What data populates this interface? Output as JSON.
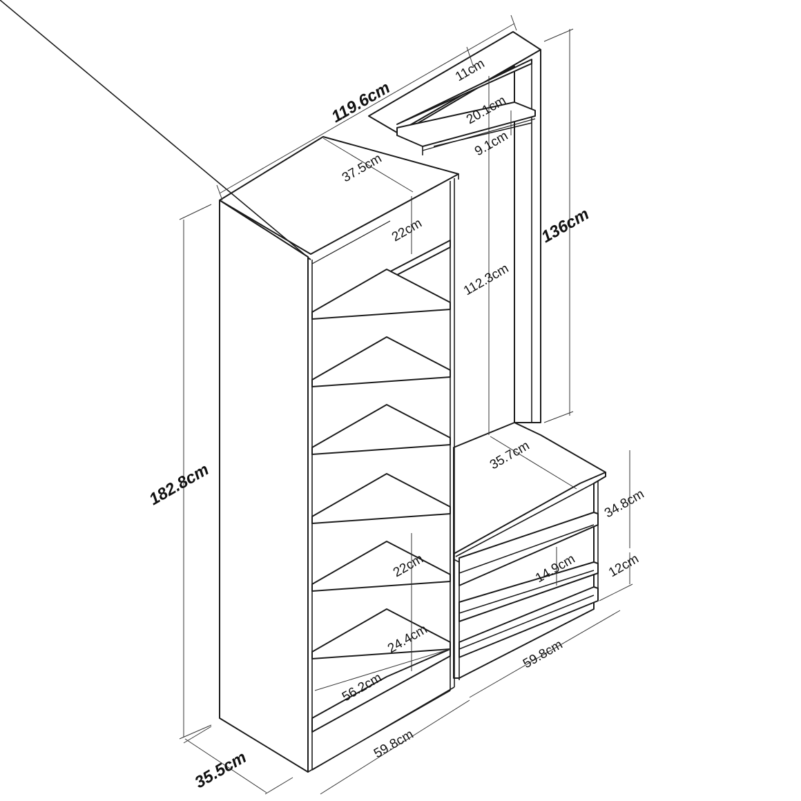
{
  "dimensions": {
    "overall_width": "119.6cm",
    "top_gap": "11cm",
    "top_shelf_gap": "20.1cm",
    "rail_drop": "9.1cm",
    "shelf_depth": "37.5cm",
    "shelf_gap_top": "22cm",
    "side_height": "136cm",
    "hanging_height": "112.3cm",
    "overall_height": "182.8cm",
    "bench_depth": "35.7cm",
    "bench_height": "34.8cm",
    "bench_top_gap": "12cm",
    "bench_inner_gap": "14.9cm",
    "shelf_gap_mid": "22cm",
    "shelf_gap_low": "24.4cm",
    "shelf_inner_width": "56.2cm",
    "bench_width": "59.8cm",
    "cabinet_width": "59.8cm",
    "overall_depth": "35.5cm"
  }
}
